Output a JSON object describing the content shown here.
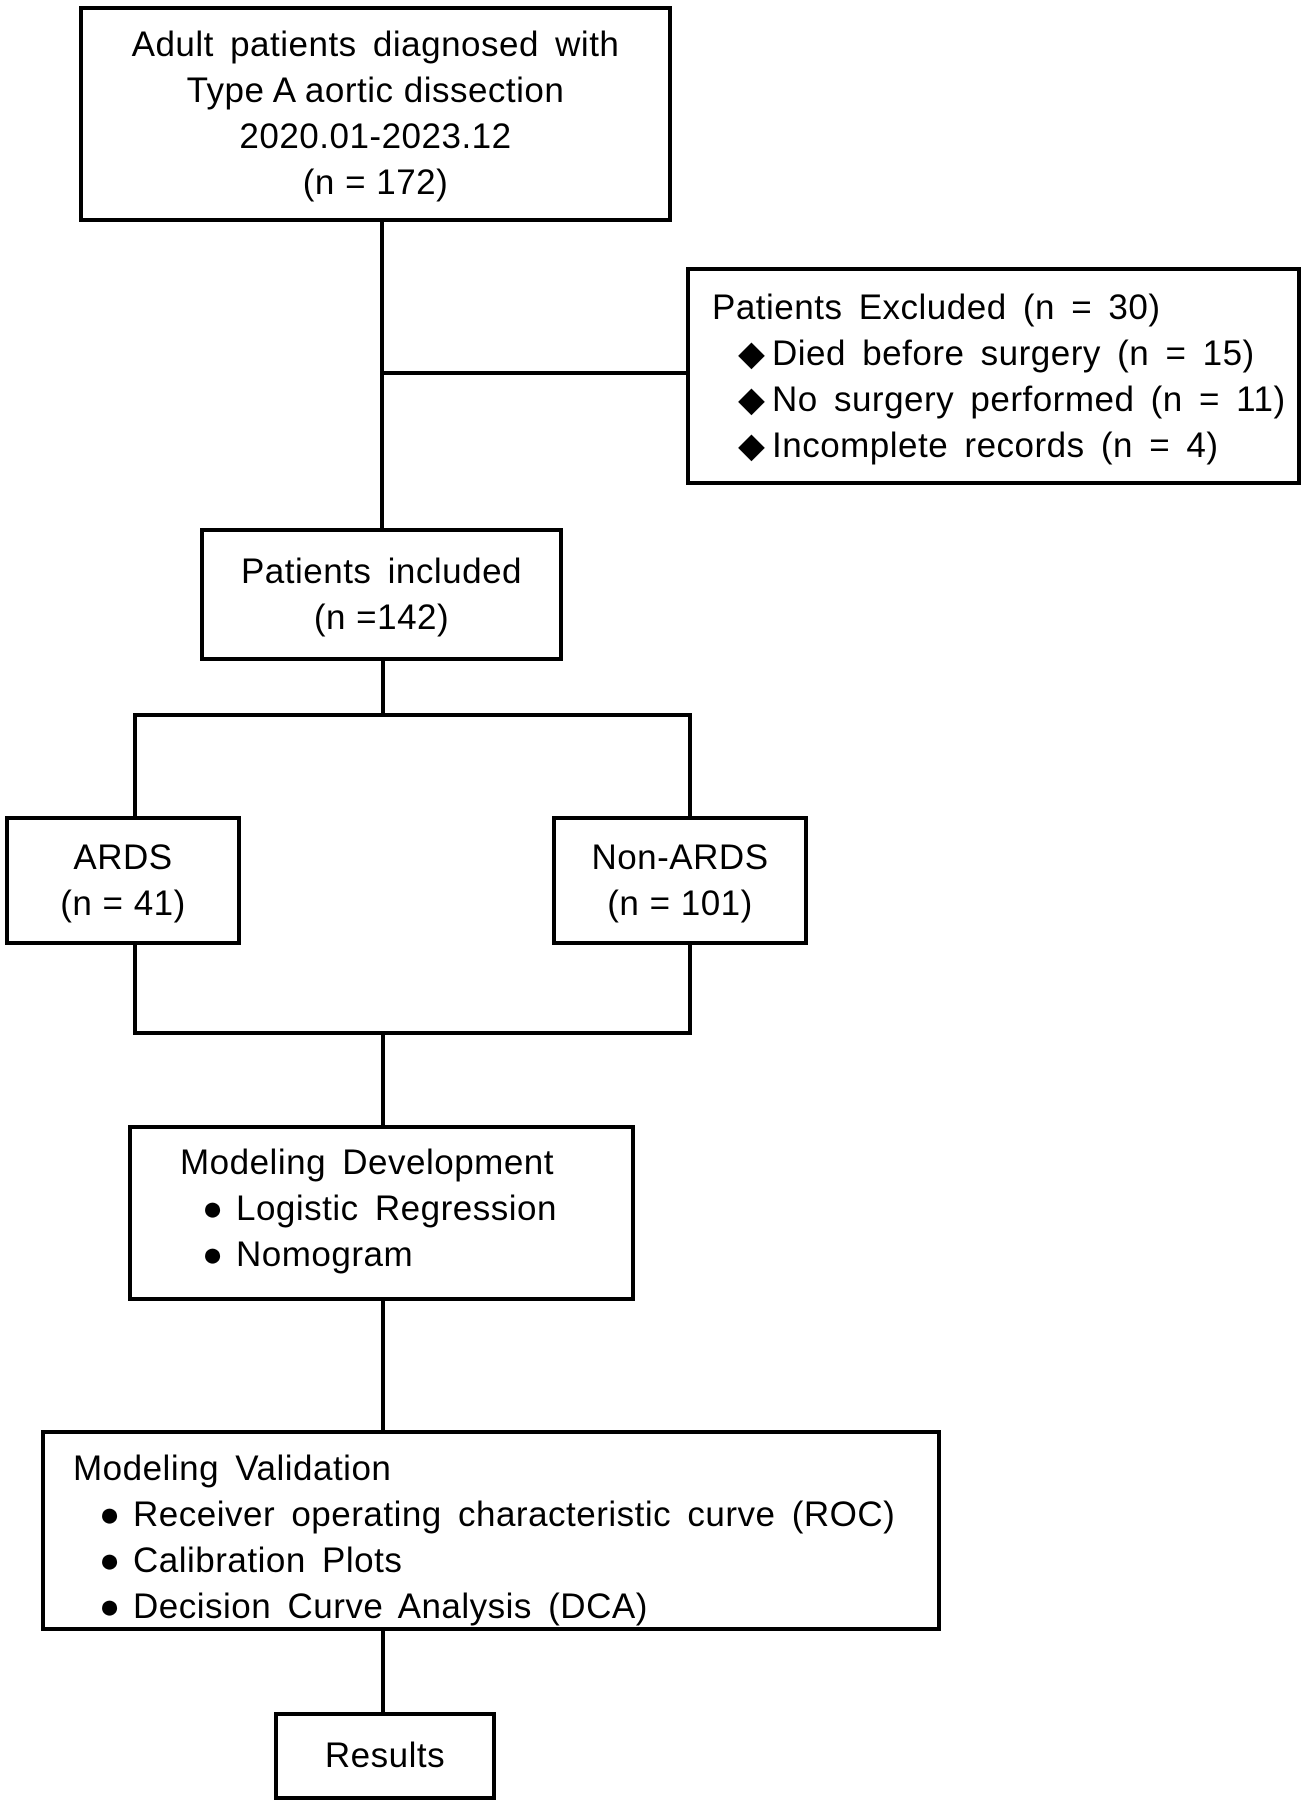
{
  "flowchart": {
    "start": {
      "lines": [
        "Adult patients diagnosed with",
        "Type A aortic dissection",
        "2020.01-2023.12",
        "(n = 172)"
      ]
    },
    "excluded": {
      "title": "Patients Excluded (n = 30)",
      "bullet_glyph": "◆",
      "bullet_icon": "diamond-bullet-icon",
      "items": [
        "Died before surgery (n = 15)",
        "No surgery performed (n = 11)",
        "Incomplete records (n = 4)"
      ]
    },
    "included": {
      "lines": [
        "Patients included",
        "(n =142)"
      ]
    },
    "ards": {
      "lines": [
        "ARDS",
        "(n = 41)"
      ]
    },
    "non_ards": {
      "lines": [
        "Non-ARDS",
        "(n = 101)"
      ]
    },
    "development": {
      "title": "Modeling Development",
      "bullet_glyph": "●",
      "bullet_icon": "filled-circle-bullet-icon",
      "items": [
        "Logistic Regression",
        "Nomogram"
      ]
    },
    "validation": {
      "title": "Modeling Validation",
      "bullet_glyph": "●",
      "bullet_icon": "filled-circle-bullet-icon",
      "items": [
        "Receiver operating characteristic curve (ROC)",
        "Calibration Plots",
        "Decision Curve Analysis (DCA)"
      ]
    },
    "results": {
      "label": "Results"
    }
  }
}
